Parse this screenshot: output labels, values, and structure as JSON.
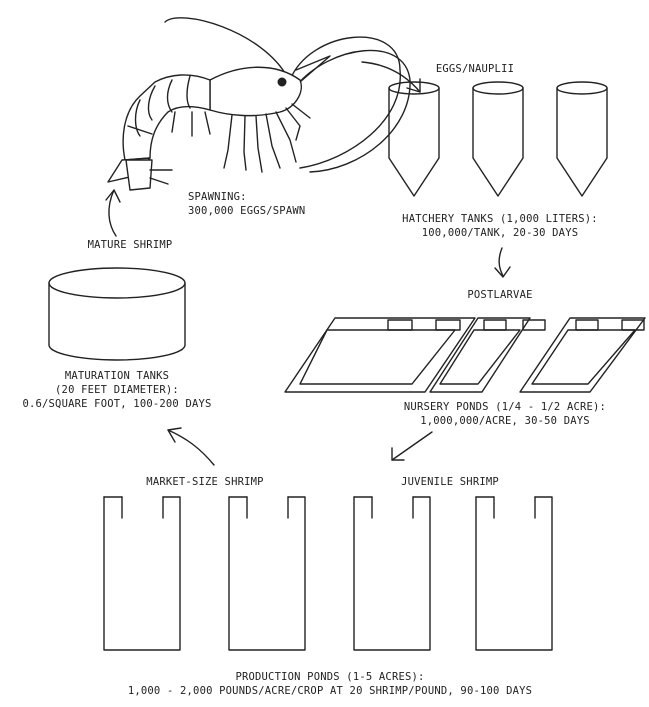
{
  "diagram": {
    "shrimp_figure": "shrimp-icon",
    "stages": {
      "eggs": {
        "label": "EGGS/NAUPLII"
      },
      "spawning": {
        "line1": "SPAWNING:",
        "line2": "300,000 EGGS/SPAWN"
      },
      "hatchery": {
        "line1": "HATCHERY TANKS (1,000 LITERS):",
        "line2": "100,000/TANK, 20-30 DAYS"
      },
      "mature": {
        "label": "MATURE SHRIMP"
      },
      "postlarvae": {
        "label": "POSTLARVAE"
      },
      "maturation": {
        "line1": "MATURATION TANKS",
        "line2": "(20 FEET DIAMETER):",
        "line3": "0.6/SQUARE FOOT, 100-200 DAYS"
      },
      "nursery": {
        "line1": "NURSERY PONDS (1/4 - 1/2 ACRE):",
        "line2": "1,000,000/ACRE, 30-50 DAYS"
      },
      "market": {
        "label": "MARKET-SIZE SHRIMP"
      },
      "juvenile": {
        "label": "JUVENILE SHRIMP"
      },
      "production": {
        "line1": "PRODUCTION PONDS (1-5 ACRES):",
        "line2": "1,000 - 2,000 POUNDS/ACRE/CROP AT 20 SHRIMP/POUND, 90-100 DAYS"
      }
    }
  }
}
